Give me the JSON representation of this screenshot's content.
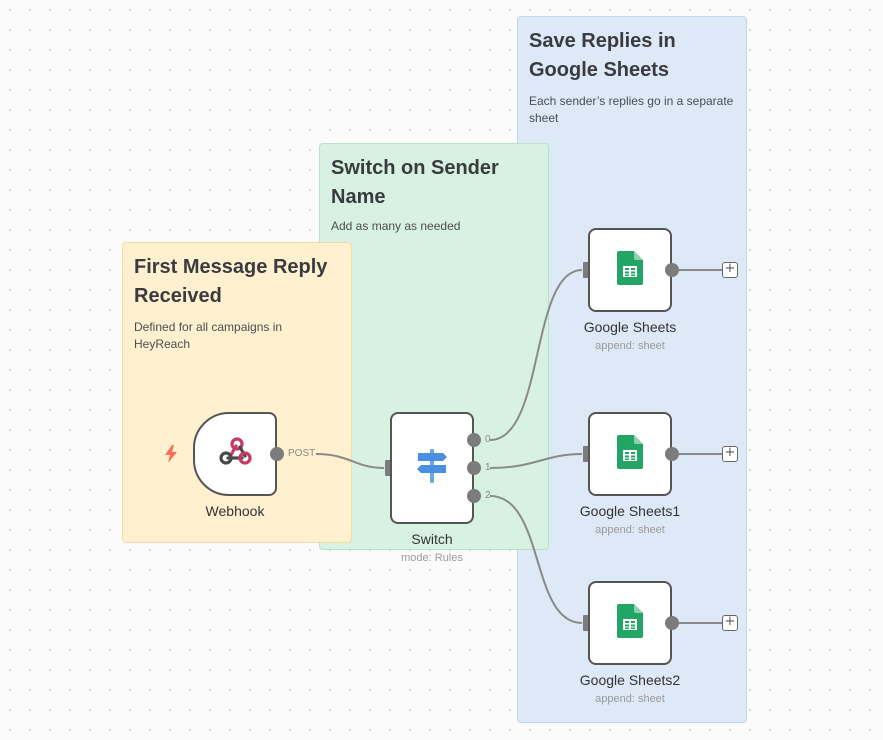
{
  "stickies": {
    "save": {
      "title": "Save Replies in Google Sheets",
      "desc": "Each sender’s replies go in a separate sheet"
    },
    "switch": {
      "title": "Switch on Sender Name",
      "desc": "Add as many as needed"
    },
    "first": {
      "title": "First Message Reply Received",
      "desc": "Defined for all campaigns in HeyReach"
    }
  },
  "nodes": {
    "webhook": {
      "label": "Webhook",
      "output_label": "POST",
      "icon": "webhook-icon"
    },
    "switch": {
      "label": "Switch",
      "subtitle": "mode: Rules",
      "outputs": [
        "0",
        "1",
        "2"
      ],
      "icon": "signpost-icon"
    },
    "sheets0": {
      "label": "Google Sheets",
      "subtitle": "append: sheet",
      "icon": "google-sheets-icon"
    },
    "sheets1": {
      "label": "Google Sheets1",
      "subtitle": "append: sheet",
      "icon": "google-sheets-icon"
    },
    "sheets2": {
      "label": "Google Sheets2",
      "subtitle": "append: sheet",
      "icon": "google-sheets-icon"
    }
  },
  "plus_symbol": "+",
  "colors": {
    "sticky_blue": "#dde9f7",
    "sticky_green": "#d7f2e2",
    "sticky_yellow": "#fff1cf",
    "edge": "#8a8a8a",
    "trigger_bolt": "#ff6d5a",
    "sheets_green": "#23a566"
  }
}
